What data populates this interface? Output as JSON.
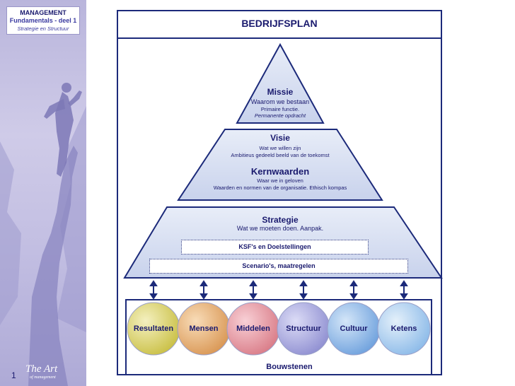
{
  "sidebar": {
    "title_line1": "MANAGEMENT",
    "title_line2": "Fundamentals - deel 1",
    "title_line3": "Strategie en Structuur",
    "page_number": "1",
    "logo_line1": "The Art",
    "logo_line2": "of management"
  },
  "main": {
    "title": "BEDRIJFSPLAN",
    "missie": {
      "title": "Missie",
      "line1": "Waarom we  bestaan",
      "line2": "Primaire functie.",
      "line3": "Permanente opdracht"
    },
    "visie": {
      "title": "Visie",
      "line1": "Wat we willen zijn",
      "line2": "Ambitieus gedeeld beeld van de toekomst"
    },
    "kernwaarden": {
      "title": "Kernwaarden",
      "line1": "Waar we in geloven",
      "line2": "Waarden en normen van de organisatie. Ethisch kompas"
    },
    "strategie": {
      "title": "Strategie",
      "line1": "Wat we moeten doen. Aanpak."
    },
    "ksf_label": "KSF's en Doelstellingen",
    "scenarios_label": "Scenario's, maatregelen",
    "building_blocks": [
      {
        "label": "Resultaten",
        "color": "#d8d060"
      },
      {
        "label": "Mensen",
        "color": "#e8b070"
      },
      {
        "label": "Middelen",
        "color": "#e89aa0"
      },
      {
        "label": "Structuur",
        "color": "#a8a8e0"
      },
      {
        "label": "Cultuur",
        "color": "#8ab8e8"
      },
      {
        "label": "Ketens",
        "color": "#a8d0f0"
      }
    ],
    "footer_label": "Bouwstenen"
  },
  "colors": {
    "navy": "#1c2a7a",
    "pyramid_fill": "#d6def0",
    "sidebar_bg": "#c4c0e2"
  }
}
